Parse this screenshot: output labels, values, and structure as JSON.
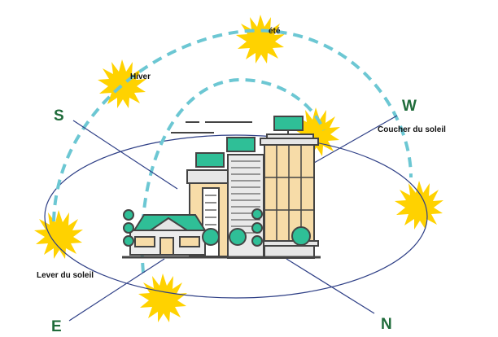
{
  "directions": {
    "south": "S",
    "west": "W",
    "east": "E",
    "north": "N"
  },
  "labels": {
    "summer": "été",
    "winter": "Hiver",
    "sunset": "Coucher du soleil",
    "sunrise": "Lever du soleil"
  },
  "colors": {
    "direction_text": "#1f6b3a",
    "orbit_line": "#2e3f86",
    "sun_path_dashed": "#6cc7d3",
    "sun": "#ffd200",
    "solar_panel": "#2fbf97",
    "building_beige": "#f7dca8",
    "outline": "#444444"
  }
}
